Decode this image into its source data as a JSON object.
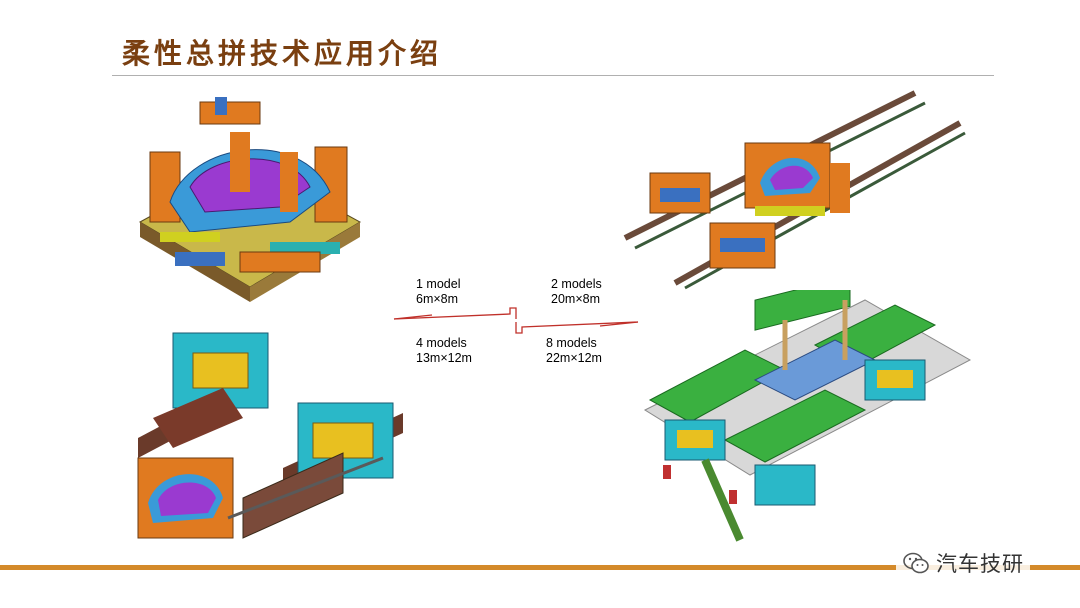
{
  "slide": {
    "title": "柔性总拼技术应用介绍"
  },
  "labels": {
    "one_model_name": "1 model",
    "one_model_size": "6m×8m",
    "two_models_name": "2 models",
    "two_models_size": "20m×8m",
    "four_models_name": "4 models",
    "four_models_size": "13m×12m",
    "eight_models_name": "8 models",
    "eight_models_size": "22m×12m"
  },
  "watermark": {
    "text": "汽车技研",
    "icon": "wechat-icon"
  },
  "colors": {
    "title": "#7a3f10",
    "footer_bar": "#d48a2a",
    "arrow": "#c0302a"
  }
}
